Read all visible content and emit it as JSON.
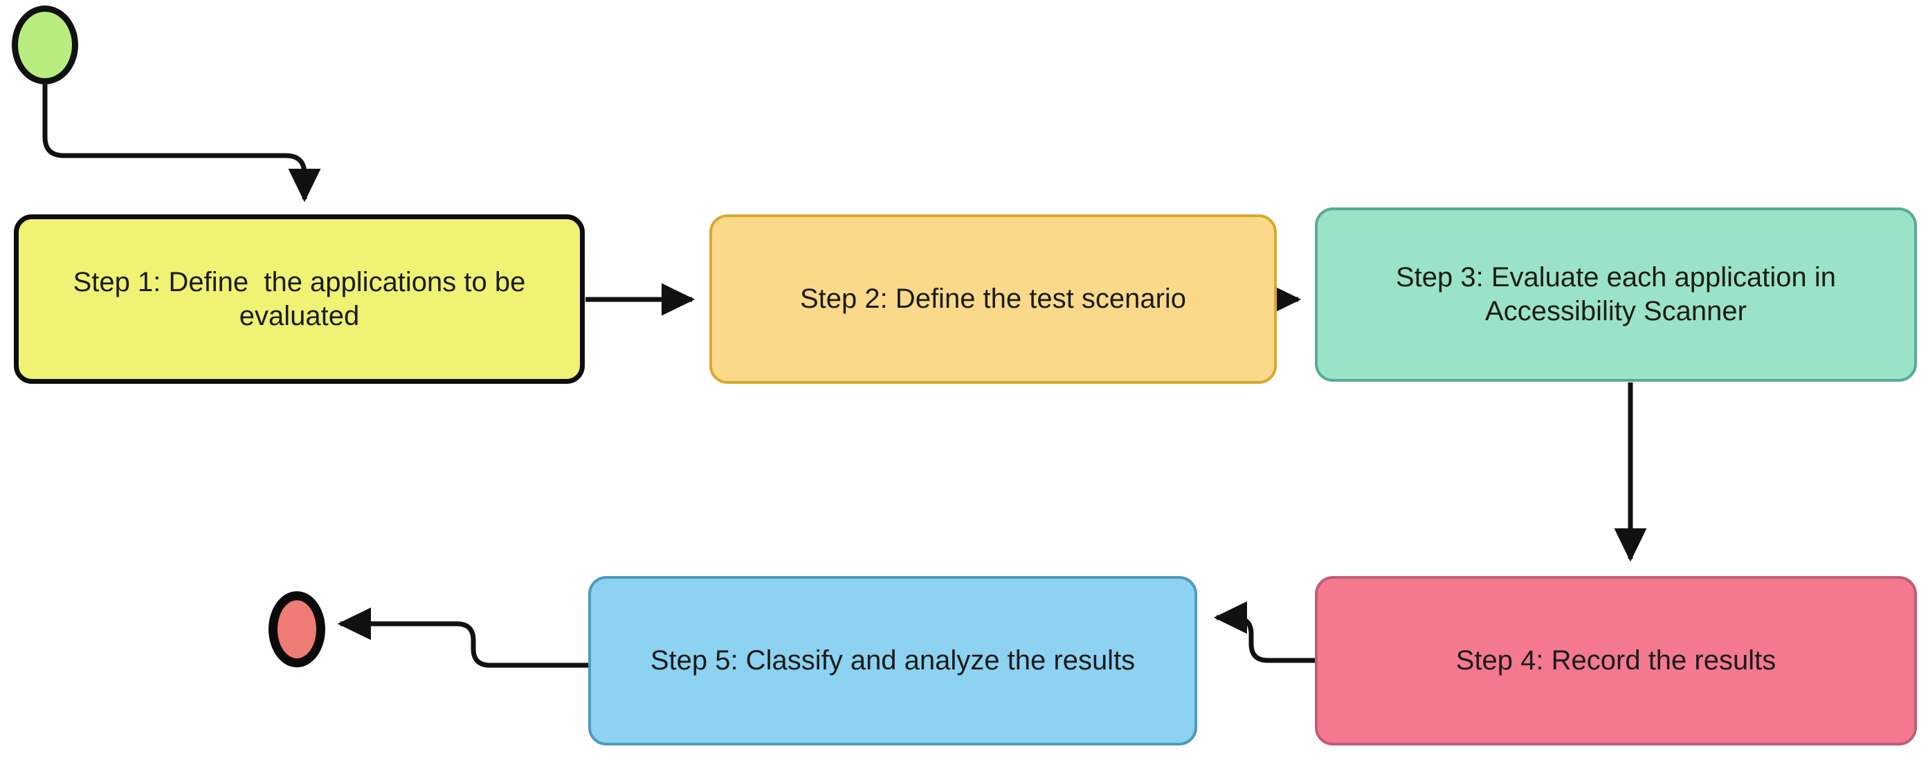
{
  "diagram": {
    "type": "flowchart",
    "title": "Accessibility evaluation methodology flowchart",
    "orientation": "left-to-right, serpentine (2 rows)",
    "background_color": "#ffffff",
    "nodes": [
      {
        "id": "start",
        "kind": "start-terminal",
        "shape": "circle",
        "label": "",
        "fill": "#B9EC7E",
        "stroke": "#111111"
      },
      {
        "id": "step1",
        "kind": "process",
        "shape": "rounded-rectangle",
        "label": "Step 1: Define  the applications to be evaluated",
        "fill": "#EFF272",
        "stroke": "#0d0d0d"
      },
      {
        "id": "step2",
        "kind": "process",
        "shape": "rounded-rectangle",
        "label": "Step 2: Define the test scenario",
        "fill": "#FADA8A",
        "stroke": "#d9a92e"
      },
      {
        "id": "step3",
        "kind": "process",
        "shape": "rounded-rectangle",
        "label": "Step 3: Evaluate each application in Accessibility Scanner",
        "fill": "#9AE3C7",
        "stroke": "#57ab96"
      },
      {
        "id": "step4",
        "kind": "process",
        "shape": "rounded-rectangle",
        "label": "Step 4: Record the results",
        "fill": "#F4798F",
        "stroke": "#c05d77"
      },
      {
        "id": "step5",
        "kind": "process",
        "shape": "rounded-rectangle",
        "label": "Step 5: Classify and analyze the results",
        "fill": "#8DD2F0",
        "stroke": "#4e9bbd"
      },
      {
        "id": "end",
        "kind": "end-terminal",
        "shape": "circle",
        "label": "",
        "fill": "#EE7B74",
        "stroke": "#0a0a0a"
      }
    ],
    "edges": [
      {
        "id": "e-start-step1",
        "from": "start",
        "to": "step1",
        "label": "",
        "style": "orthogonal-rounded",
        "arrowhead": "filled-triangle",
        "direction": "down-right-down"
      },
      {
        "id": "e-step1-step2",
        "from": "step1",
        "to": "step2",
        "label": "",
        "style": "straight",
        "arrowhead": "filled-triangle",
        "direction": "right"
      },
      {
        "id": "e-step2-step3",
        "from": "step2",
        "to": "step3",
        "label": "",
        "style": "straight",
        "arrowhead": "filled-triangle",
        "direction": "right"
      },
      {
        "id": "e-step3-step4",
        "from": "step3",
        "to": "step4",
        "label": "",
        "style": "straight",
        "arrowhead": "filled-triangle",
        "direction": "down"
      },
      {
        "id": "e-step4-step5",
        "from": "step4",
        "to": "step5",
        "label": "",
        "style": "orthogonal-rounded",
        "arrowhead": "filled-triangle",
        "direction": "left"
      },
      {
        "id": "e-step5-end",
        "from": "step5",
        "to": "end",
        "label": "",
        "style": "orthogonal-rounded",
        "arrowhead": "filled-triangle",
        "direction": "left"
      }
    ],
    "edge_color": "#111111"
  }
}
